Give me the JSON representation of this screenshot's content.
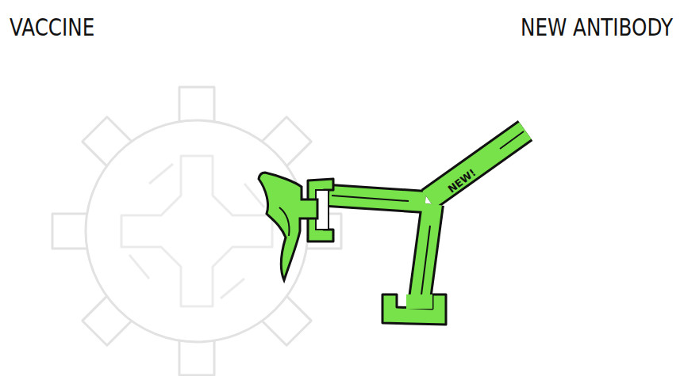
{
  "diagram": {
    "labels": [
      "VACCINE",
      "NEW ANTIBODY",
      "NEW!"
    ]
  }
}
